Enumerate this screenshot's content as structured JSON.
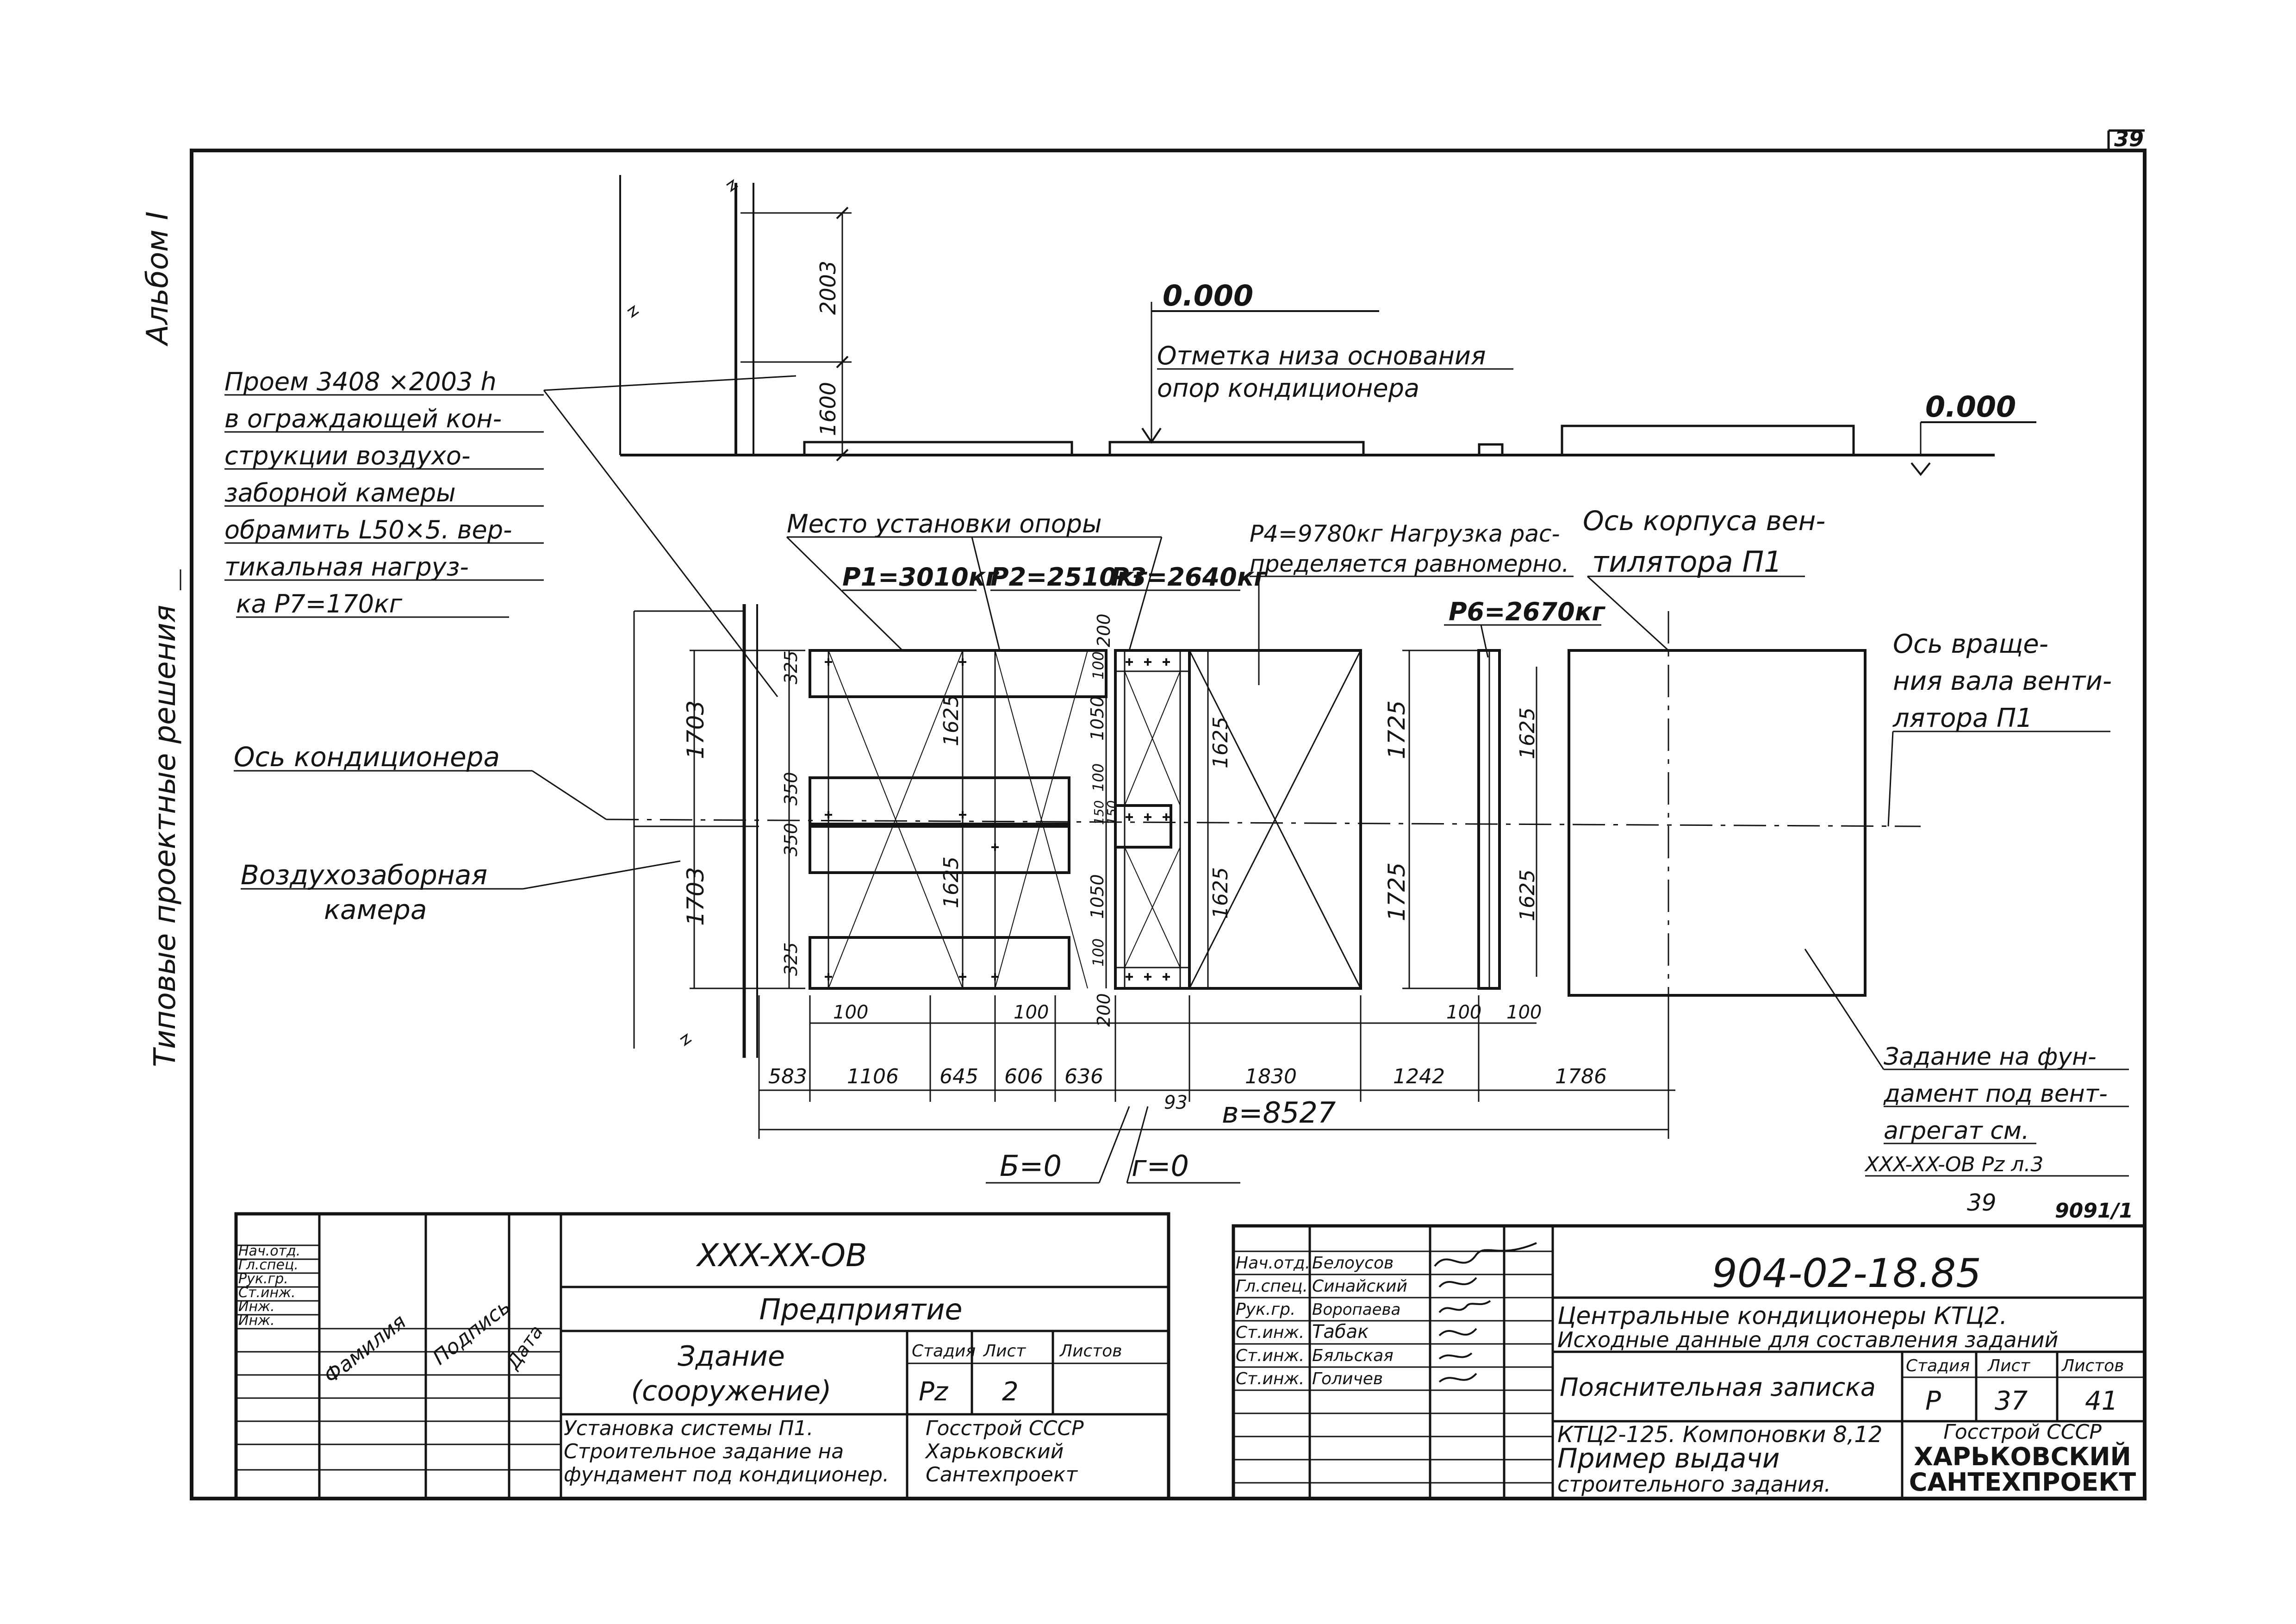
{
  "margin": {
    "page_number": "39",
    "album": "Альбом I",
    "series": "Типовые проектные решения"
  },
  "elevation": {
    "dim_upper": "2003",
    "dim_lower": "1600",
    "level_left": "0.000",
    "level_note_1": "Отметка низа основания",
    "level_note_2": "опор кондиционера",
    "level_right": "0.000"
  },
  "notes": {
    "opening": [
      "Проем 3408 ×2003 h",
      "в ограждающей кон-",
      "струкции воздухо-",
      "заборной камеры",
      "обрамить L50×5. вер-",
      "тикальная нагруз-",
      "ка P7=170кг"
    ],
    "support_place": "Место установки опоры",
    "p4_1": "P4=9780кг Нагрузка рас-",
    "p4_2": "пределяется равномерно.",
    "fan_body_axis_1": "Ось корпуса вен-",
    "fan_body_axis_2": "тилятора П1",
    "fan_shaft_axis": [
      "Ось враще-",
      "ния вала венти-",
      "лятора П1"
    ],
    "conditioner_axis": "Ось кондиционера",
    "air_chamber_1": "Воздухозаборная",
    "air_chamber_2": "камера",
    "foundation_task": [
      "Задание на фун-",
      "дамент под вент-",
      "агрегат см.",
      "XXX-XX-OB Pz л.3"
    ]
  },
  "loads": {
    "p1": "P1=3010кг",
    "p2": "P2=2510кг",
    "p3": "P3=2640кг",
    "p6": "P6=2670кг"
  },
  "plan_dims": {
    "left_1703_top": "1703",
    "left_1703_bottom": "1703",
    "d325_top": "325",
    "d350_a": "350",
    "d350_b": "350",
    "d325_bottom": "325",
    "d1625_a": "1625",
    "d1625_b": "1625",
    "d100_a": "100",
    "d1050_a": "1050",
    "d100_b": "100",
    "d150_a": "150",
    "d150_b": "150",
    "d1050_b": "1050",
    "d100_c": "100",
    "d200_top": "200",
    "d200_bottom": "200",
    "d1625_c": "1625",
    "d1625_d": "1625",
    "d1725_a": "1725",
    "d1725_b": "1725",
    "d1625_e": "1625",
    "d1625_f": "1625",
    "bot_100_a": "100",
    "bot_100_b": "100",
    "bot_100_c": "100",
    "bot_100_d": "100",
    "chain": [
      "583",
      "1106",
      "645",
      "606",
      "636",
      "1830",
      "1242",
      "1786"
    ],
    "d93": "93",
    "total": "в=8527",
    "b_val": "Б=0",
    "g_val": "г=0"
  },
  "small_marks": {
    "sheet_39": "39",
    "inv": "9091/1"
  },
  "left_stamp": {
    "roles": [
      "Нач.отд.",
      "Гл.спец.",
      "Рук.гр.",
      "Ст.инж.",
      "Инж.",
      "Инж."
    ],
    "col_headers": [
      "Фамилия",
      "Подпись",
      "Дата"
    ],
    "code": "XXX-XX-OB",
    "enterprise": "Предприятие",
    "building_1": "Здание",
    "building_2": "(сооружение)",
    "stage_h": "Стадия",
    "sheet_h": "Лист",
    "sheets_h": "Листов",
    "stage_v": "Pz",
    "sheet_v": "2",
    "desc": [
      "Установка системы П1.",
      "Строительное задание на",
      "фундамент под кондиционер."
    ],
    "org": [
      "Госстрой СССР",
      "Харьковский",
      "Сантехпроект"
    ]
  },
  "right_stamp": {
    "roles": [
      "Нач.отд.",
      "Гл.спец.",
      "Рук.гр.",
      "Ст.инж.",
      "Ст.инж.",
      "Ст.инж."
    ],
    "names": [
      "Белоусов",
      "Синайский",
      "Воропаева",
      "Табак",
      "Бяльская",
      "Голичев"
    ],
    "doc_code": "904-02-18.85",
    "title_1": "Центральные кондиционеры КТЦ2.",
    "title_2": "Исходные данные для составления заданий",
    "section": "Пояснительная записка",
    "stage_h": "Стадия",
    "sheet_h": "Лист",
    "sheets_h": "Листов",
    "stage_v": "Р",
    "sheet_v": "37",
    "sheets_v": "41",
    "desc": [
      "КТЦ2-125. Компоновки 8,12",
      "Пример выдачи",
      "строительного задания."
    ],
    "org": [
      "Госстрой СССР",
      "ХАРЬКОВСКИЙ",
      "САНТЕХПРОЕКТ"
    ]
  }
}
